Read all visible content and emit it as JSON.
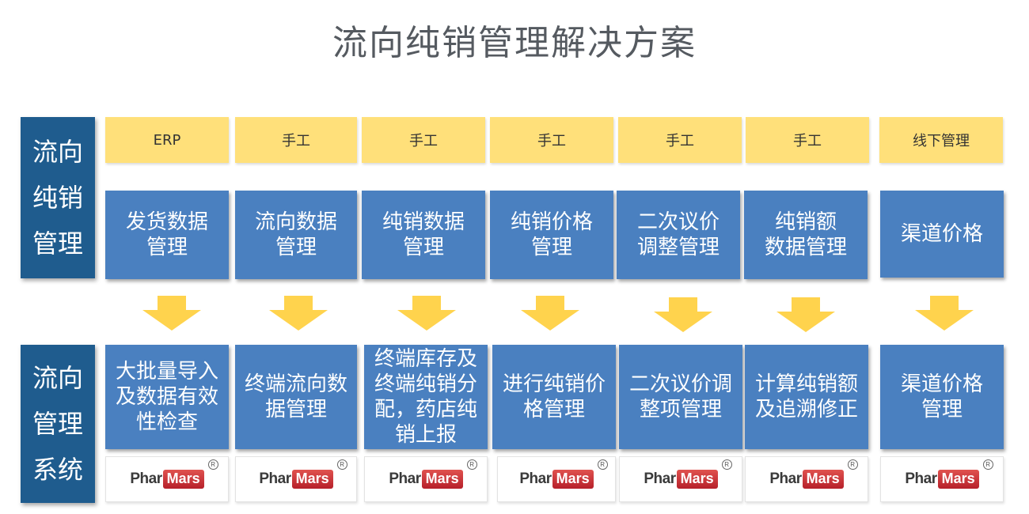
{
  "title": "流向纯销管理解决方案",
  "side_labels": {
    "top": [
      "流向",
      "纯销",
      "管理"
    ],
    "bottom": [
      "流向",
      "管理",
      "系统"
    ]
  },
  "source_labels": [
    "ERP",
    "手工",
    "手工",
    "手工",
    "手工",
    "手工",
    "线下管理"
  ],
  "management_items": [
    "发货数据\n管理",
    "流向数据\n管理",
    "纯销数据\n管理",
    "纯销价格\n管理",
    "二次议价\n调整管理",
    "纯销额\n数据管理",
    "渠道价格"
  ],
  "system_items": [
    "大批量导入\n及数据有效\n性检查",
    "终端流向数\n据管理",
    "终端库存及\n终端纯销分\n配，药店纯\n销上报",
    "进行纯销价\n格管理",
    "二次议价调\n整项管理",
    "计算纯销额\n及追溯修正",
    "渠道价格\n管理"
  ],
  "logo": {
    "part1": "Phar",
    "part2": "Mars",
    "mark": "R"
  },
  "colors": {
    "side_bg": "#1f5c8e",
    "yellow": "#ffe07a",
    "blue": "#4a80c0",
    "arrow": "#ffd34d",
    "logo_red": "#c0282e"
  }
}
